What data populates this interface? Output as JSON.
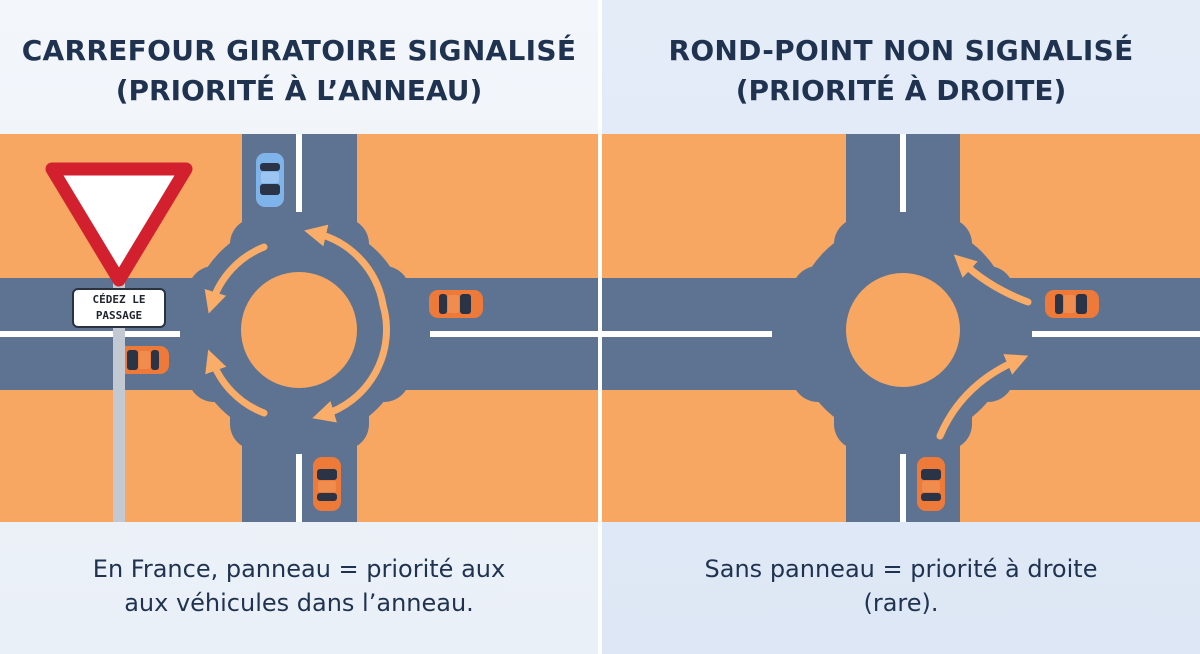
{
  "left_panel": {
    "title": "CARREFOUR GIRATOIRE SIGNALISÉ",
    "subtitle": "(PRIORITÉ À L’ANNEAU)",
    "sign_line1": "CÉDEZ LE",
    "sign_line2": "PASSAGE",
    "caption_line1": "En France, panneau = priorité aux",
    "caption_line2": "aux véhicules dans l’anneau."
  },
  "right_panel": {
    "title": "ROND-POINT NON SIGNALISÉ",
    "subtitle": "(PRIORITÉ À DROITE)",
    "caption_line1": "Sans panneau = priorité à droite",
    "caption_line2": "(rare)."
  },
  "colors": {
    "ground": "#f7a762",
    "road": "#5e7391",
    "lane_marking": "#ffffff",
    "arrow": "#f9ad69",
    "car_orange": "#ee7a3a",
    "car_blue": "#7fb4ea",
    "sign_red": "#d2202f",
    "text": "#1f3350"
  }
}
